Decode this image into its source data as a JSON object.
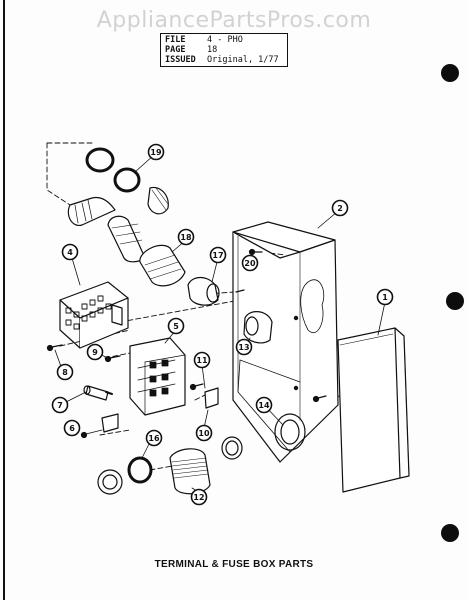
{
  "watermark": "AppliancePartsPros.com",
  "info": {
    "file_key": "FILE",
    "file_val": "4 - PHO",
    "page_key": "PAGE",
    "page_val": "18",
    "issued_key": "ISSUED",
    "issued_val": "Original, 1/77"
  },
  "caption": "TERMINAL & FUSE BOX PARTS",
  "callouts": [
    {
      "n": "1"
    },
    {
      "n": "2"
    },
    {
      "n": "4"
    },
    {
      "n": "5"
    },
    {
      "n": "6"
    },
    {
      "n": "7"
    },
    {
      "n": "8"
    },
    {
      "n": "9"
    },
    {
      "n": "10"
    },
    {
      "n": "11"
    },
    {
      "n": "12"
    },
    {
      "n": "13"
    },
    {
      "n": "14"
    },
    {
      "n": "16"
    },
    {
      "n": "17"
    },
    {
      "n": "18"
    },
    {
      "n": "19"
    },
    {
      "n": "20"
    }
  ]
}
